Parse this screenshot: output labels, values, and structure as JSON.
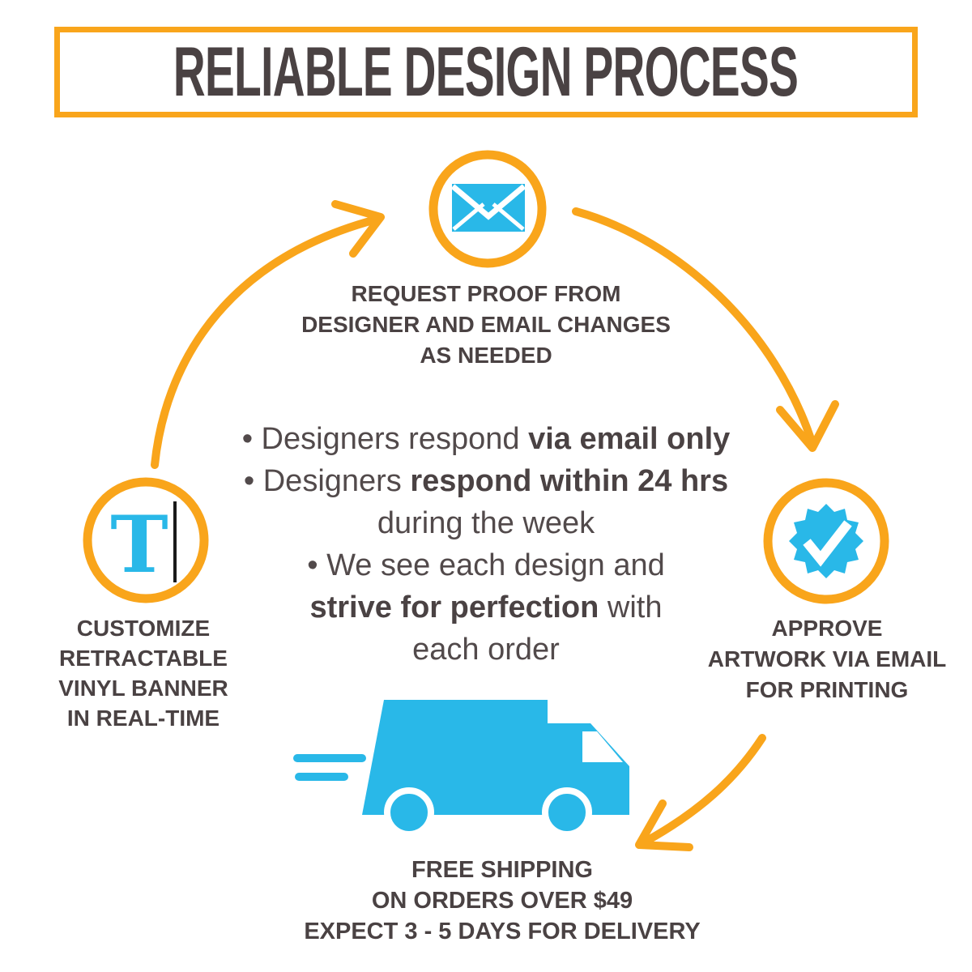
{
  "title": "RELIABLE DESIGN PROCESS",
  "colors": {
    "accent_yellow": "#F9A51B",
    "icon_cyan": "#29B8E8",
    "heading_text": "#4A4243",
    "body_text": "#524A4B",
    "cursor_black": "#1A1A1A"
  },
  "steps": {
    "request": {
      "icon": "envelope-icon",
      "caption": "REQUEST PROOF FROM\nDESIGNER AND EMAIL CHANGES\nAS NEEDED"
    },
    "approve": {
      "icon": "checkmark-badge-icon",
      "caption": "APPROVE\nARTWORK VIA EMAIL\nFOR PRINTING"
    },
    "shipping": {
      "icon": "delivery-truck-icon",
      "caption": "FREE SHIPPING\nON ORDERS OVER $49\nEXPECT 3 - 5 DAYS FOR DELIVERY"
    },
    "customize": {
      "icon": "text-cursor-icon",
      "glyph": "T",
      "caption": "CUSTOMIZE\nRETRACTABLE\nVINYL BANNER\nIN REAL-TIME"
    }
  },
  "notes": {
    "line1_pre": "• Designers respond ",
    "line1_bold": "via email only",
    "line2_pre": "• Designers ",
    "line2_bold": "respond within 24 hrs",
    "line3": "during the week",
    "line4": "• We see each design and",
    "line5_bold": "strive for perfection",
    "line5_post": " with",
    "line6": "each order"
  }
}
